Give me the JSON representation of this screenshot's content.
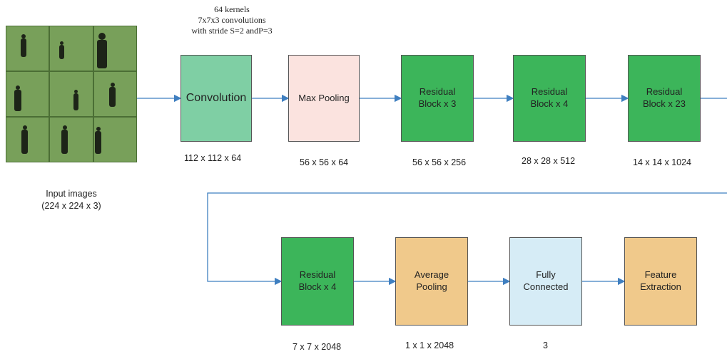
{
  "kernel_note": {
    "line1": "64 kernels",
    "line2": "7x7x3 convolutions",
    "line3": "with stride S=2 andP=3"
  },
  "input": {
    "label_line1": "Input images",
    "label_line2": "(224 x 224 x 3)"
  },
  "row1": [
    {
      "label": "Convolution",
      "dims": "112 x 112 x 64",
      "color": "#7fcfa4"
    },
    {
      "label": "Max Pooling",
      "dims": "56 x 56 x 64",
      "color": "#fbe3df"
    },
    {
      "label": "Residual\nBlock x 3",
      "dims": "56 x 56 x 256",
      "color": "#3cb55a"
    },
    {
      "label": "Residual\nBlock x 4",
      "dims": "28 x 28 x 512",
      "color": "#3cb55a"
    },
    {
      "label": "Residual\nBlock x 23",
      "dims": "14 x 14 x 1024",
      "color": "#3cb55a"
    }
  ],
  "row2": [
    {
      "label": "Residual\nBlock x 4",
      "dims": "7 x 7 x 2048",
      "color": "#3cb55a"
    },
    {
      "label": "Average\nPooling",
      "dims": "1 x 1 x 2048",
      "color": "#f0c98b"
    },
    {
      "label": "Fully\nConnected",
      "dims": "3",
      "color": "#d6ecf6"
    },
    {
      "label": "Feature\nExtraction",
      "dims": "",
      "color": "#f0c98b"
    }
  ],
  "colors": {
    "arrow": "#3f7fc0"
  }
}
